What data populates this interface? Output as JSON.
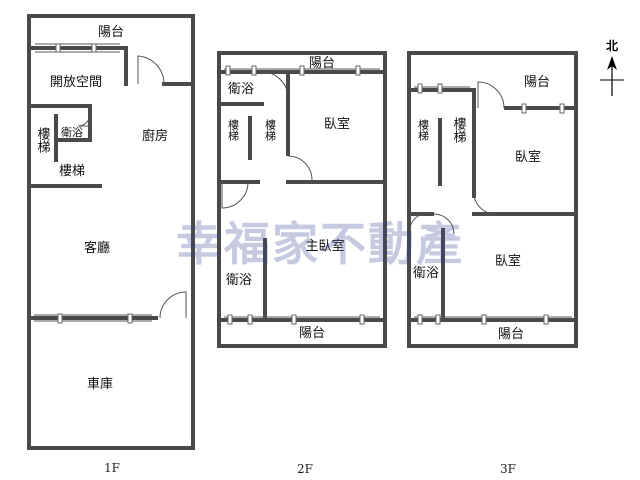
{
  "floors": {
    "f1": {
      "label": "1F",
      "rooms": {
        "balcony": "陽台",
        "open_space": "開放空間",
        "bath": "衛浴",
        "stair_v": "樓梯",
        "stair_h": "樓梯",
        "kitchen": "廚房",
        "living": "客廳",
        "garage": "車庫"
      }
    },
    "f2": {
      "label": "2F",
      "rooms": {
        "balcony_top": "陽台",
        "bath_top": "衛浴",
        "stair_a": "樓梯",
        "stair_b": "樓梯",
        "bedroom": "臥室",
        "master_bedroom": "主臥室",
        "bath_bottom": "衛浴",
        "balcony_bottom": "陽台"
      }
    },
    "f3": {
      "label": "3F",
      "rooms": {
        "balcony_top": "陽台",
        "stair_a": "樓梯",
        "stair_b": "樓梯",
        "bedroom_top": "臥室",
        "bedroom_bottom": "臥室",
        "bath": "衛浴",
        "balcony_bottom": "陽台"
      }
    }
  },
  "compass": {
    "label": "北"
  },
  "watermark": "幸福家不動產"
}
